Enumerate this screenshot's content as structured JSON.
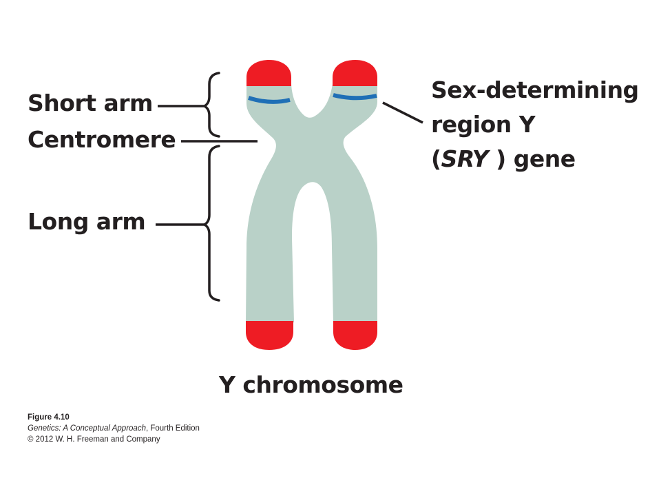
{
  "labels": {
    "short_arm": "Short arm",
    "centromere": "Centromere",
    "long_arm": "Long arm",
    "sry_line1": "Sex-determining",
    "sry_line2": "region Y",
    "sry_line3_open": "(",
    "sry_line3_italic": "SRY",
    "sry_line3_close": " ) gene",
    "title": "Y chromosome"
  },
  "caption": {
    "figure": "Figure 4.10",
    "book_title": "Genetics: A Conceptual Approach",
    "edition": ", Fourth Edition",
    "copyright": "© 2012 W. H. Freeman and Company"
  },
  "colors": {
    "chromosome_body": "#b9d1c8",
    "telomere": "#ee1c24",
    "sry_band": "#1f6fb6",
    "ink": "#231f20"
  }
}
